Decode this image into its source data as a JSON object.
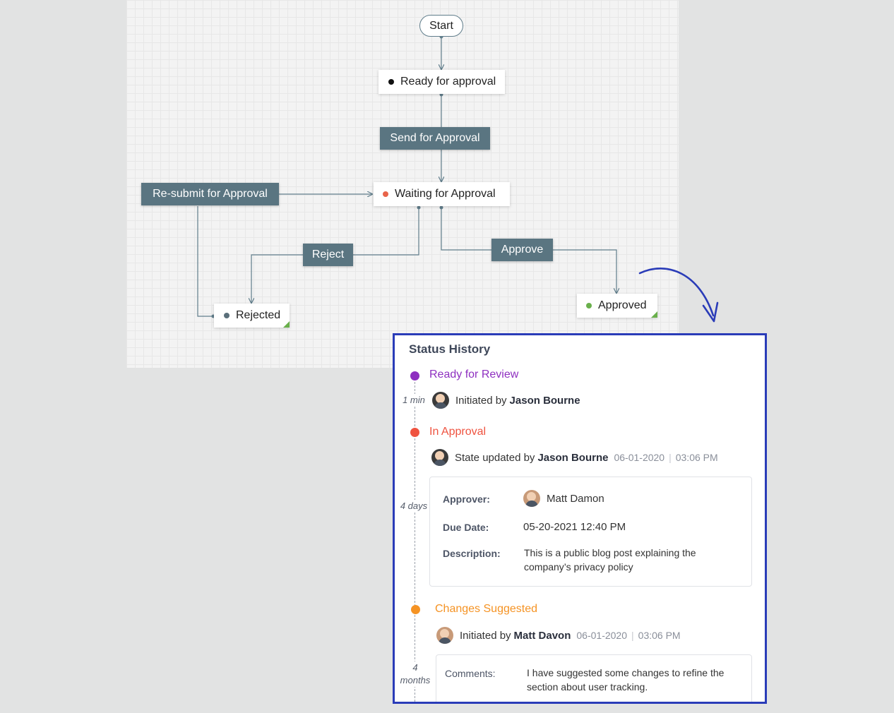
{
  "workflow": {
    "start_label": "Start",
    "states": {
      "ready": {
        "label": "Ready for approval",
        "dot_color": "#111111"
      },
      "waiting": {
        "label": "Waiting for Approval",
        "dot_color": "#e8644a"
      },
      "rejected": {
        "label": "Rejected",
        "dot_color": "#5a6f7a"
      },
      "approved": {
        "label": "Approved",
        "dot_color": "#6ab04c"
      }
    },
    "transitions": {
      "send": "Send for Approval",
      "resubmit": "Re-submit for Approval",
      "reject": "Reject",
      "approve": "Approve"
    }
  },
  "status_history": {
    "title": "Status History",
    "entries": [
      {
        "status": "Ready for Review",
        "color": "#8e2fc0",
        "action_text": "Initiated by",
        "user": "Jason Bourne",
        "duration": "1 min"
      },
      {
        "status": "In Approval",
        "color": "#ef5340",
        "action_text": "State updated by",
        "user": "Jason Bourne",
        "date": "06-01-2020",
        "time": "03:06 PM",
        "duration": "4 days",
        "details": {
          "approver_label": "Approver:",
          "approver": "Matt Damon",
          "due_label": "Due Date:",
          "due_date": "05-20-2021 12:40 PM",
          "description_label": "Description:",
          "description_line1": "This is a public blog post explaining the",
          "description_line2": "company’s privacy policy"
        }
      },
      {
        "status": "Changes Suggested",
        "color": "#f59324",
        "action_text": "Initiated by",
        "user": "Matt Davon",
        "date": "06-01-2020",
        "time": "03:06 PM",
        "duration_line1": "4",
        "duration_line2": "months",
        "details": {
          "comments_label": "Comments:",
          "comments_line1": "I have suggested some changes to refine the",
          "comments_line2": "section about user tracking."
        }
      }
    ]
  },
  "colors": {
    "connector": "#607d8b",
    "transition_bg": "#5a7581",
    "panel_border": "#2a3cb8",
    "accent_arrow": "#2a3cb8"
  }
}
